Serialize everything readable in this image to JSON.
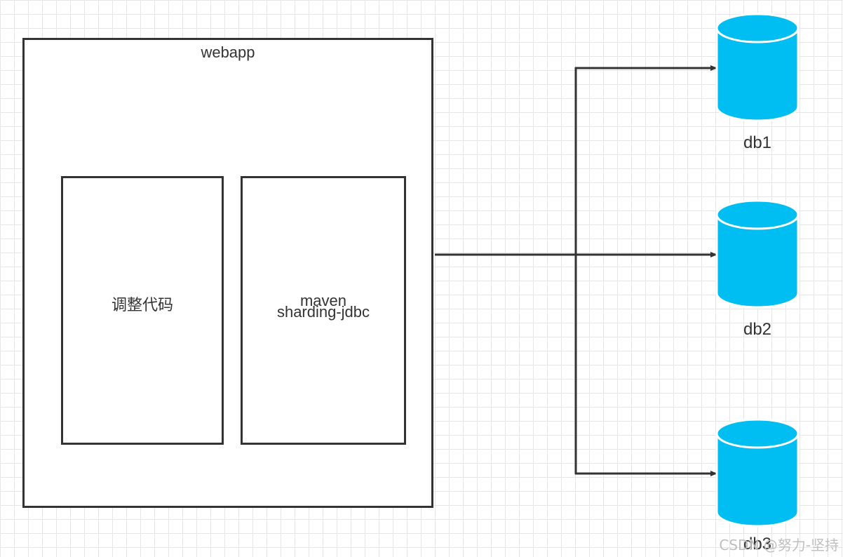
{
  "webapp": {
    "title": "webapp"
  },
  "left_module": {
    "label": "调整代码"
  },
  "right_module": {
    "line1": "maven",
    "line2": "sharding-jdbc"
  },
  "databases": [
    {
      "label": "db1"
    },
    {
      "label": "db2"
    },
    {
      "label": "db3"
    }
  ],
  "colors": {
    "db_fill": "#00bef2",
    "db_stroke": "#ffffff",
    "line": "#333333",
    "grid": "#e6e6e6"
  },
  "watermark": "CSDN @努力-坚持"
}
